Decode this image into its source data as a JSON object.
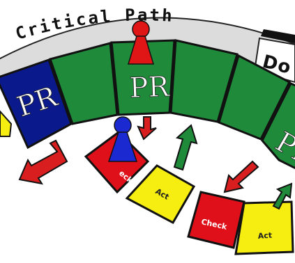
{
  "board": {
    "title": "Critical Path",
    "done_label": "Do",
    "pr_label": "PR",
    "check_label": "Check",
    "act_label": "Act",
    "partial_check_label": "eck"
  },
  "colors": {
    "blue_cell": "#0a1a8c",
    "green_cell": "#1e8a3a",
    "red_cell": "#e0101a",
    "yellow_cell": "#f5ee10",
    "band": "#dcdcdc",
    "red_pawn": "#e01515",
    "blue_pawn": "#1a2ad0",
    "arrow_red": "#d81e1e",
    "arrow_green": "#1e8a3a"
  },
  "pieces": [
    {
      "name": "red-pawn",
      "color": "red"
    },
    {
      "name": "blue-pawn",
      "color": "blue"
    }
  ],
  "icons": [
    "red-pawn-icon",
    "blue-pawn-icon",
    "arrow-down-icon",
    "arrow-up-icon",
    "arrow-back-icon"
  ]
}
